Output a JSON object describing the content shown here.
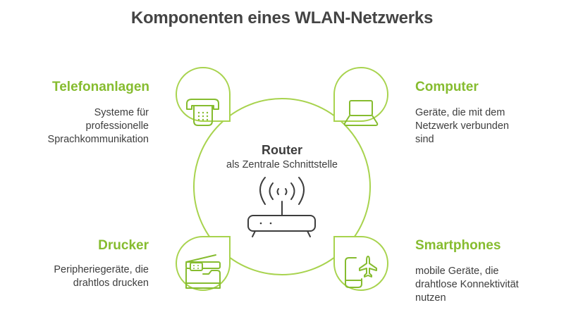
{
  "title": "Komponenten eines WLAN-Netzwerks",
  "colors": {
    "accent": "#86bc2f",
    "outline": "#a8d34e",
    "text": "#3d3d3d",
    "icon_dark": "#3d3d3d"
  },
  "center": {
    "title": "Router",
    "subtitle": "als Zentrale Schnittstelle",
    "icon": "wifi-router-icon"
  },
  "components": [
    {
      "id": "telefonanlagen",
      "position": "top-left",
      "title": "Telefonanlagen",
      "description_lines": [
        "Systeme für",
        "professionelle",
        "Sprachkommunikation"
      ],
      "icon": "desk-phone-icon"
    },
    {
      "id": "computer",
      "position": "top-right",
      "title": "Computer",
      "description_lines": [
        "Geräte, die mit dem",
        "Netzwerk verbunden",
        "sind"
      ],
      "icon": "laptop-icon"
    },
    {
      "id": "drucker",
      "position": "bottom-left",
      "title": "Drucker",
      "description_lines": [
        "Peripheriegeräte, die",
        "drahtlos drucken"
      ],
      "icon": "printer-scanner-icon"
    },
    {
      "id": "smartphones",
      "position": "bottom-right",
      "title": "Smartphones",
      "description_lines": [
        "mobile Geräte, die",
        "drahtlose Konnektivität",
        "nutzen"
      ],
      "icon": "smartphone-airplane-icon"
    }
  ]
}
